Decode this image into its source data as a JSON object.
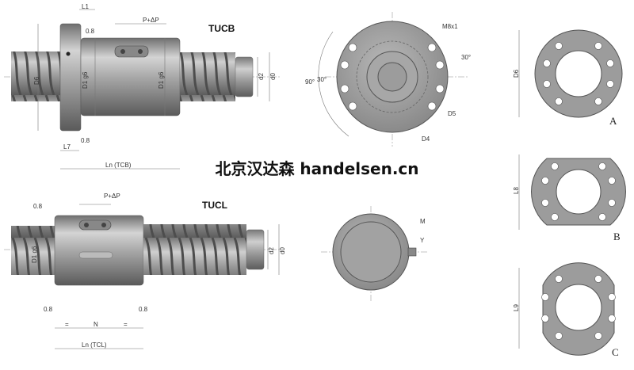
{
  "tucb": {
    "title": "TUCB",
    "labels": {
      "L1": "L1",
      "tol1": "0.8",
      "p": "P+ΔP",
      "D6": "D6",
      "D1g6": "D1 g6",
      "D1b": "D1 g6",
      "d2": "d2",
      "d0": "d0",
      "L7": "L7",
      "tol2": "0.8",
      "Ln": "Ln (TCB)"
    }
  },
  "tucl": {
    "title": "TUCL",
    "labels": {
      "tol1": "0.8",
      "p": "P+ΔP",
      "D1g6": "D1 g6",
      "d2": "d2",
      "d0": "d0",
      "tol2": "0.8",
      "tol3": "0.8",
      "eq1": "=",
      "N": "N",
      "eq2": "=",
      "Ln": "Ln (TCL)"
    }
  },
  "flange_view": {
    "M8x1": "M8x1",
    "a30a": "30°",
    "a90": "90°",
    "a30b": "30°",
    "D5": "D5",
    "D4": "D4"
  },
  "side_view": {
    "M": "M",
    "Y": "Y"
  },
  "variants": [
    {
      "dim": "D6",
      "letter": "A"
    },
    {
      "dim": "L8",
      "letter": "B"
    },
    {
      "dim": "L9",
      "letter": "C"
    }
  ],
  "watermark": "北京汉达森 handelsen.cn",
  "colors": {
    "metal": "#8a8a8a",
    "metal_light": "#c8c8c8",
    "metal_dark": "#555555",
    "plate": "#9a9a9a"
  }
}
